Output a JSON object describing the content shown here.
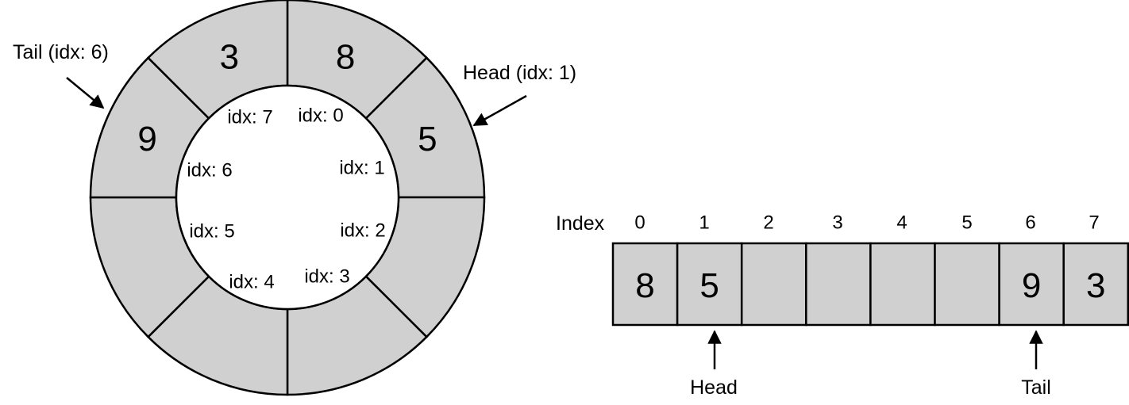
{
  "ring": {
    "slots": [
      {
        "idx_label": "idx: 0",
        "value": "8"
      },
      {
        "idx_label": "idx: 1",
        "value": "5"
      },
      {
        "idx_label": "idx: 2",
        "value": ""
      },
      {
        "idx_label": "idx: 3",
        "value": ""
      },
      {
        "idx_label": "idx: 4",
        "value": ""
      },
      {
        "idx_label": "idx: 5",
        "value": ""
      },
      {
        "idx_label": "idx: 6",
        "value": "9"
      },
      {
        "idx_label": "idx: 7",
        "value": "3"
      }
    ],
    "tail_label": "Tail (idx: 6)",
    "head_label": "Head (idx: 1)"
  },
  "array": {
    "index_header": "Index",
    "indices": [
      "0",
      "1",
      "2",
      "3",
      "4",
      "5",
      "6",
      "7"
    ],
    "values": [
      "8",
      "5",
      "",
      "",
      "",
      "",
      "9",
      "3"
    ],
    "head_label": "Head",
    "tail_label": "Tail"
  },
  "colors": {
    "cell_fill": "#d0d0d0",
    "stroke": "#000000"
  }
}
